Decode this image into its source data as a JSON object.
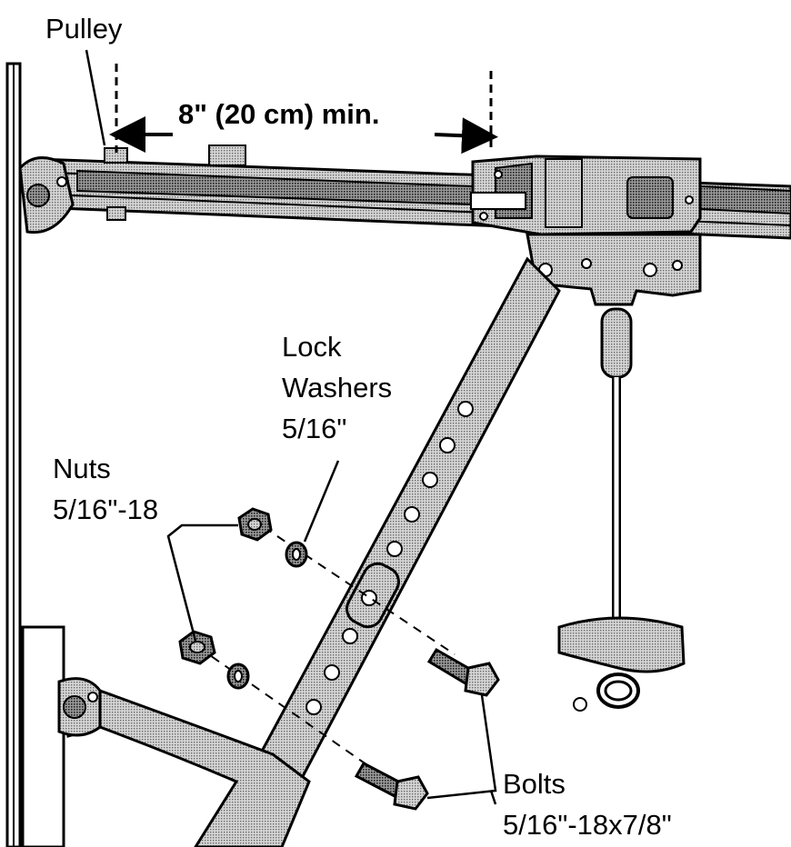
{
  "labels": {
    "pulley": "Pulley",
    "distance": "8\" (20 cm) min.",
    "lock_washers_line1": "Lock",
    "lock_washers_line2": "Washers",
    "lock_washers_line3": "5/16\"",
    "nuts_line1": "Nuts",
    "nuts_line2": "5/16\"-18",
    "bolts_line1": "Bolts",
    "bolts_line2": "5/16\"-18x7/8\""
  },
  "colors": {
    "ink": "#000000",
    "metal_fill": "#bdbdbd",
    "background": "#ffffff"
  }
}
